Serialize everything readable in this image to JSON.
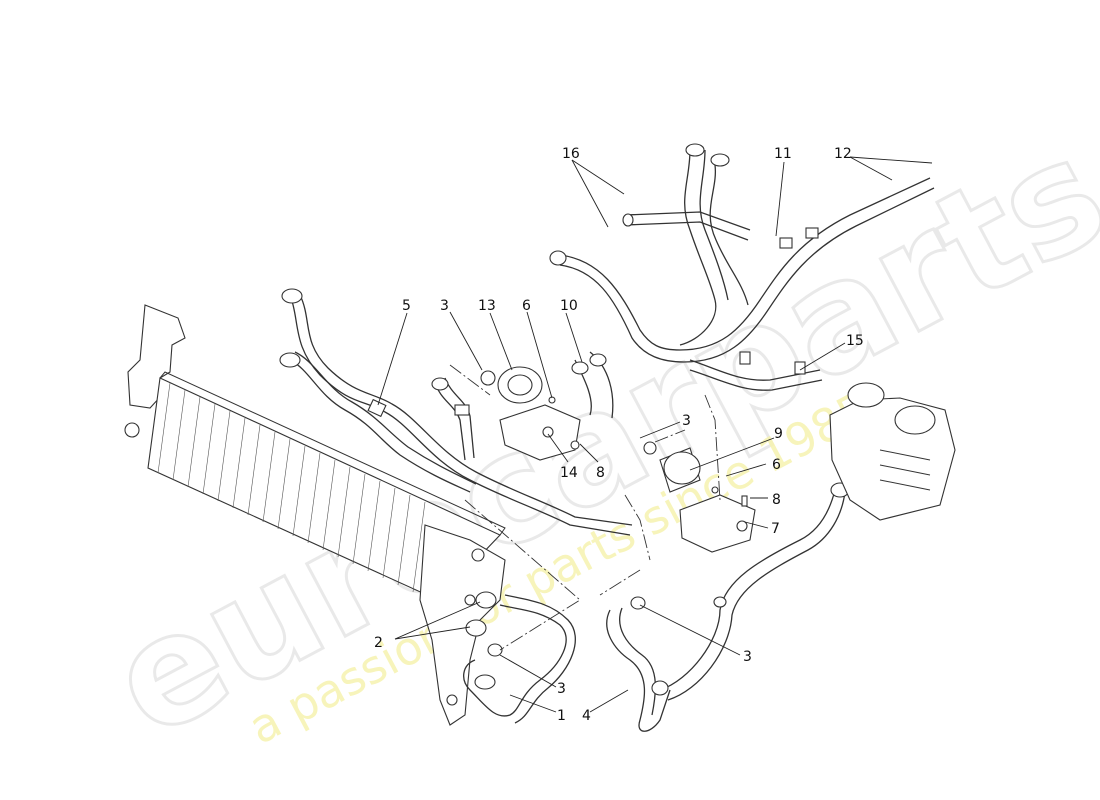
{
  "watermark": {
    "brand": "eurocarparts",
    "slogan": "a passion for parts since 1985"
  },
  "callouts": [
    {
      "id": "c1",
      "label": "1"
    },
    {
      "id": "c2",
      "label": "2"
    },
    {
      "id": "c3a",
      "label": "3"
    },
    {
      "id": "c3b",
      "label": "3"
    },
    {
      "id": "c3c",
      "label": "3"
    },
    {
      "id": "c3d",
      "label": "3"
    },
    {
      "id": "c4",
      "label": "4"
    },
    {
      "id": "c5",
      "label": "5"
    },
    {
      "id": "c6a",
      "label": "6"
    },
    {
      "id": "c6b",
      "label": "6"
    },
    {
      "id": "c7",
      "label": "7"
    },
    {
      "id": "c8a",
      "label": "8"
    },
    {
      "id": "c8b",
      "label": "8"
    },
    {
      "id": "c9",
      "label": "9"
    },
    {
      "id": "c10",
      "label": "10"
    },
    {
      "id": "c11",
      "label": "11"
    },
    {
      "id": "c12",
      "label": "12"
    },
    {
      "id": "c13",
      "label": "13"
    },
    {
      "id": "c14",
      "label": "14"
    },
    {
      "id": "c15",
      "label": "15"
    },
    {
      "id": "c16",
      "label": "16"
    }
  ]
}
